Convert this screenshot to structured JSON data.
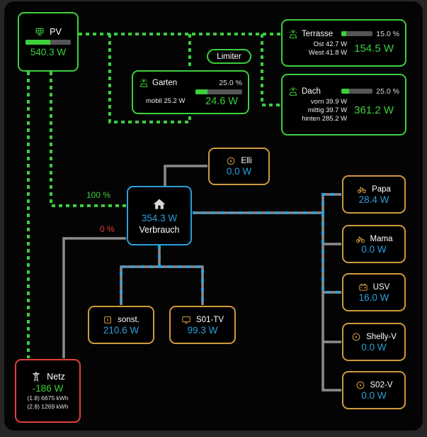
{
  "colors": {
    "green": "#3ccf3c",
    "blue": "#2d9fdb",
    "orange": "#cf9a3d",
    "red": "#e0413b",
    "gray": "#8c8c8c",
    "track": "#555555",
    "text": "#ffffff"
  },
  "flows": {
    "pv_share": "100 %",
    "grid_share": "0 %"
  },
  "nodes": {
    "pv": {
      "label": "PV",
      "value": "540.3 W",
      "bar_percent": 55
    },
    "terrasse": {
      "label": "Terrasse",
      "percent": "15.0 %",
      "bar_percent": 15,
      "value": "154.5 W",
      "details": [
        "Ost 42.7 W",
        "West 41.8 W"
      ]
    },
    "dach": {
      "label": "Dach",
      "percent": "25.0 %",
      "bar_percent": 25,
      "value": "361.2 W",
      "details": [
        "vorn 39.9 W",
        "mittig 39.7 W",
        "hinten 285.2 W"
      ]
    },
    "garten": {
      "label": "Garten",
      "percent": "25.0 %",
      "bar_percent": 25,
      "value": "24.6 W",
      "details": [
        "mobil 25.2 W"
      ]
    },
    "limiter": {
      "label": "Limiter"
    },
    "elli": {
      "label": "Elli",
      "value": "0.0 W"
    },
    "verbrauch": {
      "label": "Verbrauch",
      "value": "354.3 W"
    },
    "netz": {
      "label": "Netz",
      "value": "-186 W",
      "details": [
        "(1.8) 6675 kWh",
        "(2.8) 1269 kWh"
      ]
    },
    "sonst": {
      "label": "sonst.",
      "value": "210.6 W"
    },
    "s01tv": {
      "label": "S01-TV",
      "value": "99.3 W"
    },
    "papa": {
      "label": "Papa",
      "value": "28.4 W"
    },
    "mama": {
      "label": "Mama",
      "value": "0.0 W"
    },
    "usv": {
      "label": "USV",
      "value": "16.0 W"
    },
    "shellyv": {
      "label": "Shelly-V",
      "value": "0.0 W"
    },
    "s02v": {
      "label": "S02-V",
      "value": "0.0 W"
    }
  },
  "icons": {
    "pv": "solar-panel-icon",
    "terrasse": "solar-power-icon",
    "dach": "solar-power-icon",
    "garten": "solar-power-icon",
    "elli": "ev-charger-icon",
    "verbrauch": "home-icon",
    "netz": "transmission-tower-icon",
    "sonst": "power-plug-icon",
    "s01tv": "monitor-icon",
    "papa": "bike-icon",
    "mama": "bike-icon",
    "usv": "car-battery-icon",
    "shellyv": "power-dot-icon",
    "s02v": "power-dot-icon"
  }
}
